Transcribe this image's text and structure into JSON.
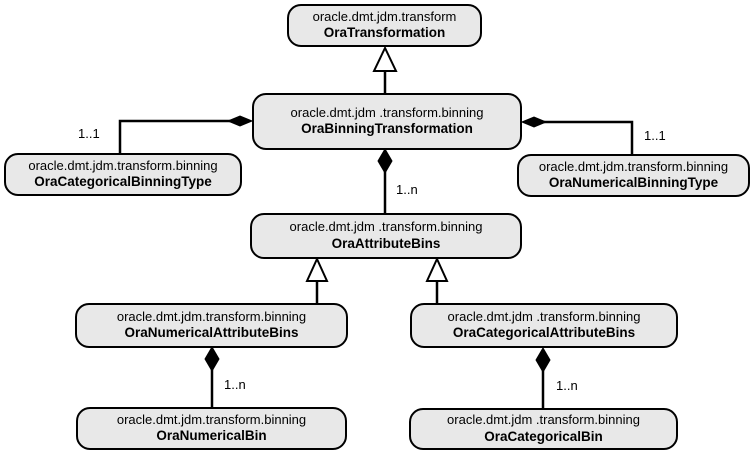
{
  "diagram_type": "uml-class-diagram",
  "nodes": {
    "transformation": {
      "package": "oracle.dmt.jdm.transform",
      "name": "OraTransformation"
    },
    "binning_transformation": {
      "package": "oracle.dmt.jdm .transform.binning",
      "name": "OraBinningTransformation"
    },
    "categorical_binning_type": {
      "package": "oracle.dmt.jdm.transform.binning",
      "name": "OraCategoricalBinningType"
    },
    "numerical_binning_type": {
      "package": "oracle.dmt.jdm.transform.binning",
      "name": "OraNumericalBinningType"
    },
    "attribute_bins": {
      "package": "oracle.dmt.jdm .transform.binning",
      "name": "OraAttributeBins"
    },
    "numerical_attribute_bins": {
      "package": "oracle.dmt.jdm.transform.binning",
      "name": "OraNumericalAttributeBins"
    },
    "categorical_attribute_bins": {
      "package": "oracle.dmt.jdm .transform.binning",
      "name": "OraCategoricalAttributeBins"
    },
    "numerical_bin": {
      "package": "oracle.dmt.jdm.transform.binning",
      "name": "OraNumericalBin"
    },
    "categorical_bin": {
      "package": "oracle.dmt.jdm .transform.binning",
      "name": "OraCategoricalBin"
    }
  },
  "multiplicities": {
    "binning_to_categorical_type": "1..1",
    "binning_to_numerical_type": "1..1",
    "binning_to_attribute_bins": "1..n",
    "numerical_attribute_bins_to_bin": "1..n",
    "categorical_attribute_bins_to_bin": "1..n"
  },
  "relationships": [
    {
      "type": "generalization",
      "from": "binning_transformation",
      "to": "transformation"
    },
    {
      "type": "aggregation",
      "from": "binning_transformation",
      "to": "categorical_binning_type",
      "multiplicity": "1..1"
    },
    {
      "type": "aggregation",
      "from": "binning_transformation",
      "to": "numerical_binning_type",
      "multiplicity": "1..1"
    },
    {
      "type": "aggregation",
      "from": "binning_transformation",
      "to": "attribute_bins",
      "multiplicity": "1..n"
    },
    {
      "type": "generalization",
      "from": "numerical_attribute_bins",
      "to": "attribute_bins"
    },
    {
      "type": "generalization",
      "from": "categorical_attribute_bins",
      "to": "attribute_bins"
    },
    {
      "type": "aggregation",
      "from": "numerical_attribute_bins",
      "to": "numerical_bin",
      "multiplicity": "1..n"
    },
    {
      "type": "aggregation",
      "from": "categorical_attribute_bins",
      "to": "categorical_bin",
      "multiplicity": "1..n"
    }
  ],
  "colors": {
    "node_fill": "#e8e8e8",
    "node_border": "#000000",
    "line": "#000000",
    "background": "#ffffff",
    "text": "#000000"
  }
}
